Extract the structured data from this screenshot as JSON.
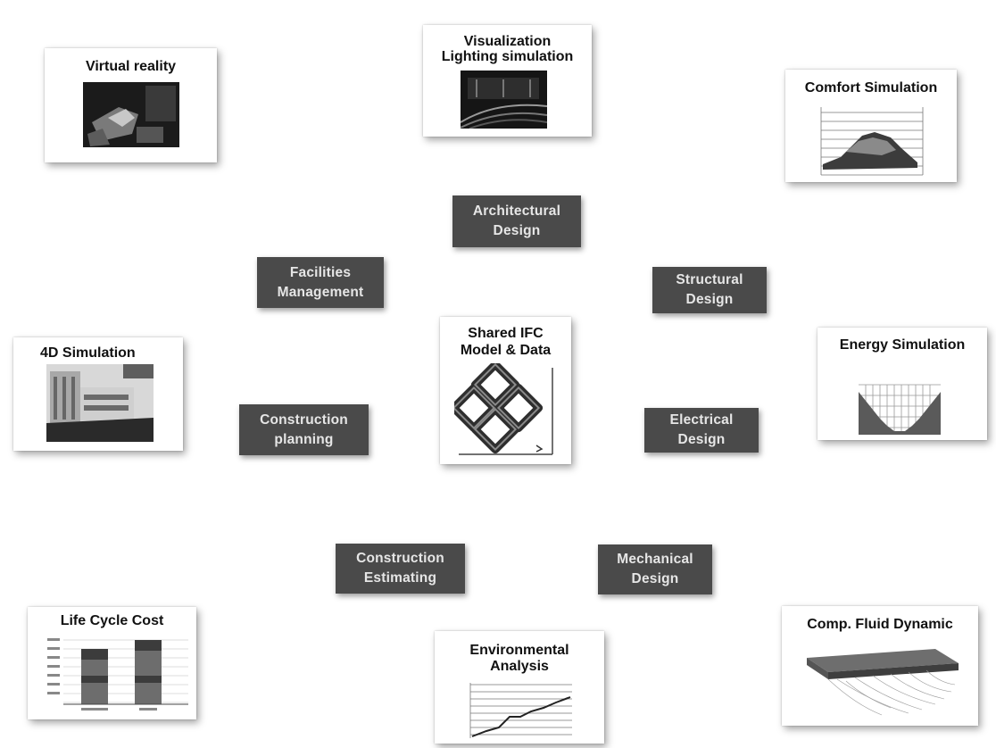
{
  "center": {
    "line1": "Shared IFC",
    "line2": "Model & Data"
  },
  "disciplines": {
    "architectural": {
      "line1": "Architectural",
      "line2": "Design"
    },
    "structural": {
      "line1": "Structural",
      "line2": "Design"
    },
    "electrical": {
      "line1": "Electrical",
      "line2": "Design"
    },
    "mechanical": {
      "line1": "Mechanical",
      "line2": "Design"
    },
    "estimating": {
      "line1": "Construction",
      "line2": "Estimating"
    },
    "planning": {
      "line1": "Construction",
      "line2": "planning"
    },
    "facilities": {
      "line1": "Facilities",
      "line2": "Management"
    }
  },
  "simulations": {
    "virtual_reality": "Virtual reality",
    "visualization": {
      "line1": "Visualization",
      "line2": "Lighting simulation"
    },
    "comfort": "Comfort Simulation",
    "energy": "Energy Simulation",
    "cfd": "Comp. Fluid Dynamic",
    "environmental": {
      "line1": "Environmental",
      "line2": "Analysis"
    },
    "life_cycle": "Life Cycle Cost",
    "four_d": "4D Simulation"
  },
  "colors": {
    "box_fill": "#4a4a4a",
    "box_text": "#e6e6e6"
  }
}
